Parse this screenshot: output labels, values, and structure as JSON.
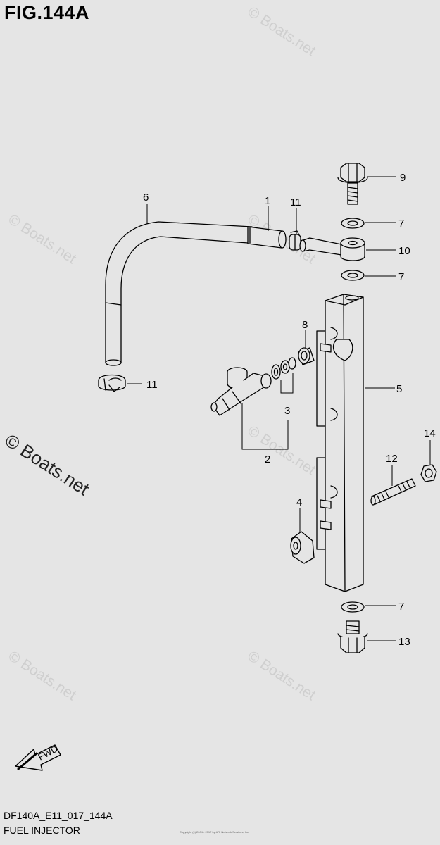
{
  "figure": {
    "title": "FIG.144A",
    "code": "DF140A_E11_017_144A",
    "name": "FUEL INJECTOR",
    "fwd_label": "FWD"
  },
  "watermark": {
    "text": "© Boats.net",
    "fine_print": "Copyright (c) 2004 - 2017 by ARI Network Services, Inc."
  },
  "callouts": [
    "1",
    "2",
    "3",
    "4",
    "5",
    "6",
    "7",
    "8",
    "9",
    "10",
    "11",
    "12",
    "13",
    "14"
  ],
  "callout_labels": {
    "n1": "1",
    "n2": "2",
    "n3": "3",
    "n4": "4",
    "n5": "5",
    "n6": "6",
    "n7a": "7",
    "n7b": "7",
    "n7c": "7",
    "n8": "8",
    "n9": "9",
    "n10": "10",
    "n11a": "11",
    "n11b": "11",
    "n12": "12",
    "n13": "13",
    "n14": "14"
  }
}
